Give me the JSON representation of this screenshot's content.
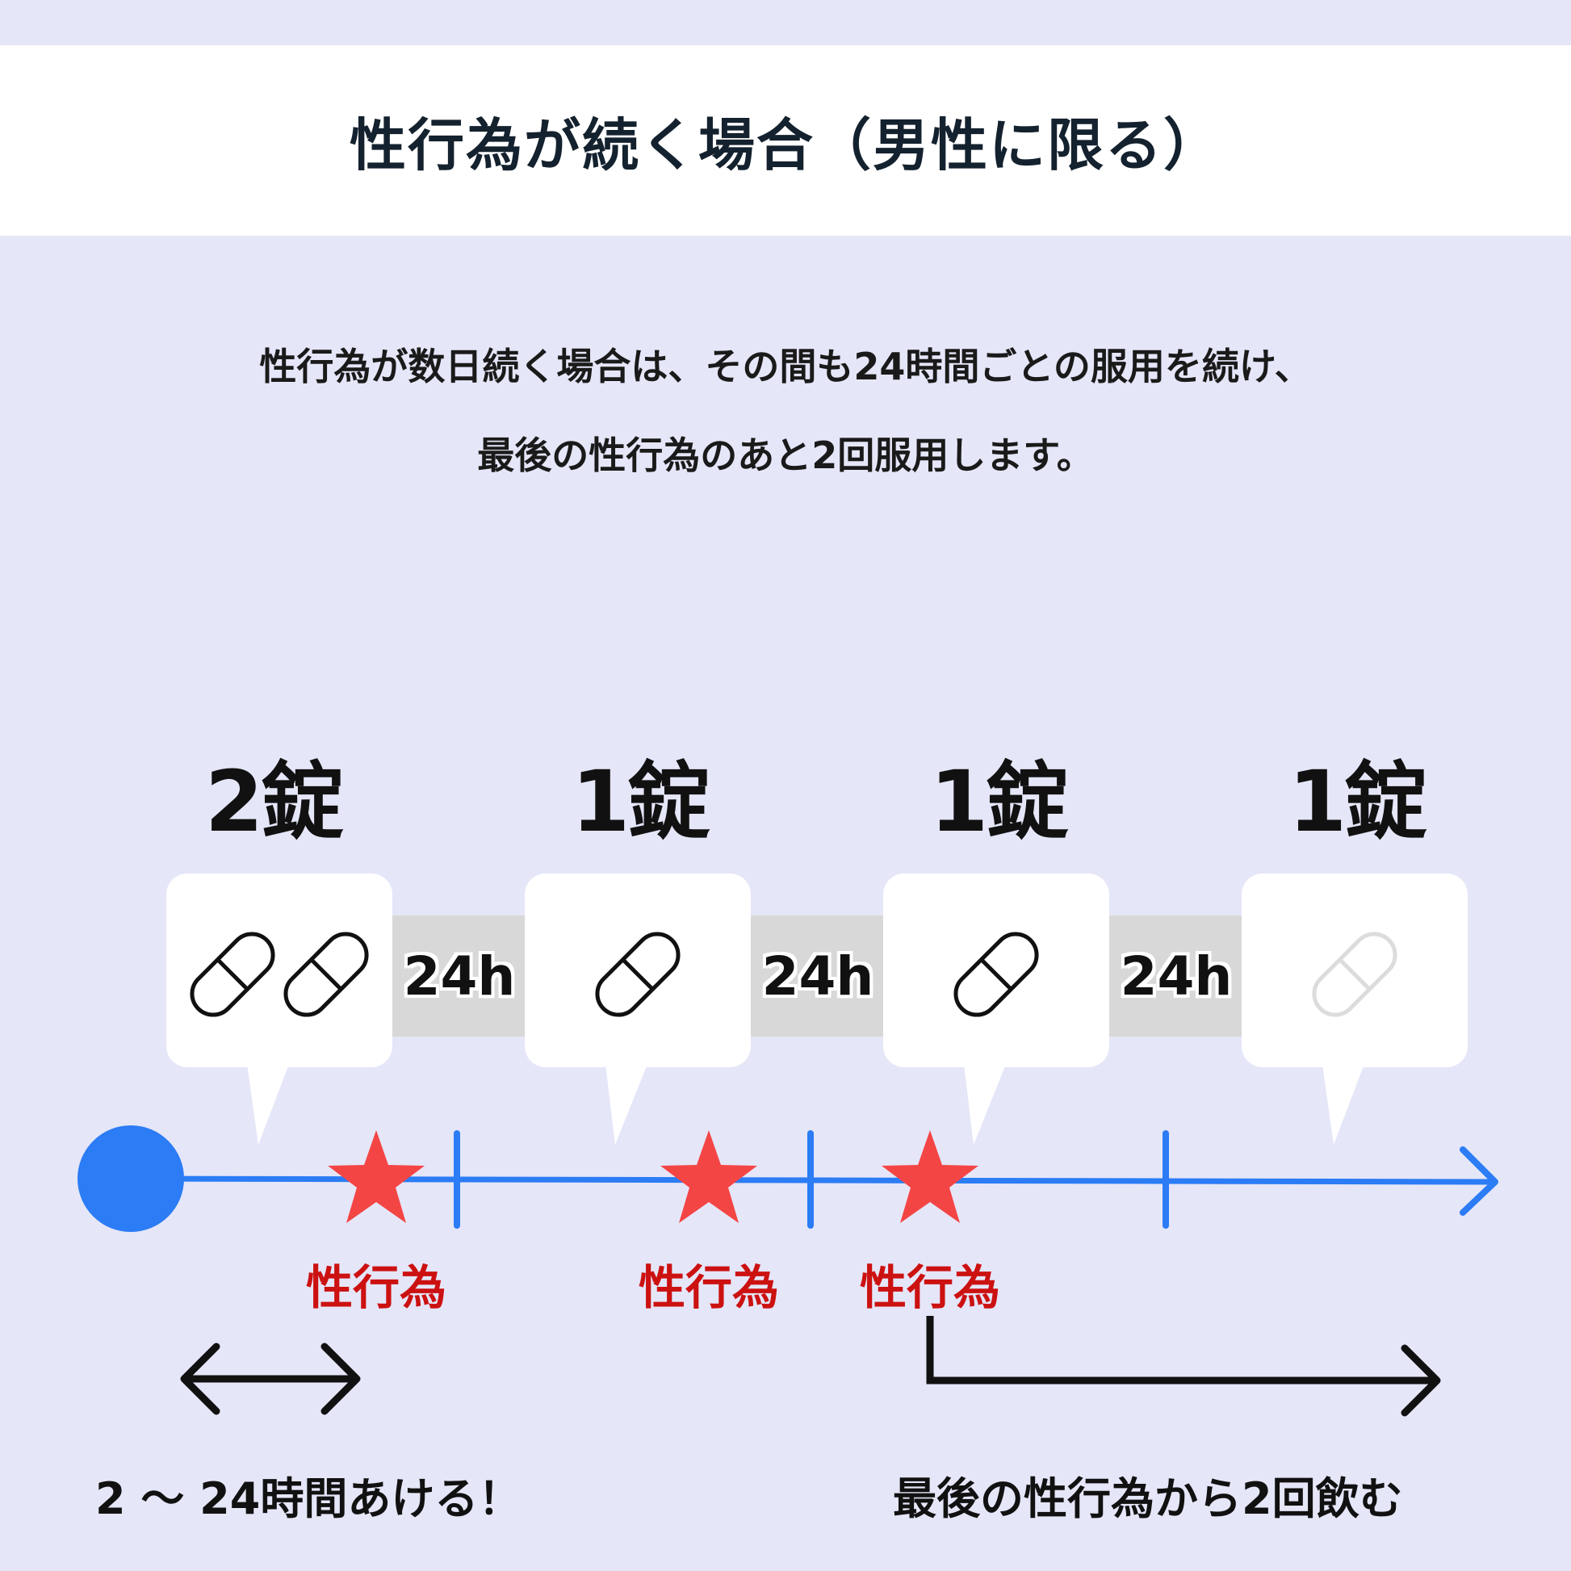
{
  "title": "性行為が続く場合（男性に限る）",
  "description": {
    "line1": "性行為が数日続く場合は、その間も24時間ごとの服用を続け、",
    "line2": "最後の性行為のあと2回服用します。"
  },
  "doses": [
    {
      "label": "2錠",
      "pills": 2,
      "faded": false
    },
    {
      "label": "1錠",
      "pills": 1,
      "faded": false
    },
    {
      "label": "1錠",
      "pills": 1,
      "faded": false
    },
    {
      "label": "1錠",
      "pills": 1,
      "faded": true
    }
  ],
  "intervals": [
    "24h",
    "24h",
    "24h"
  ],
  "events": [
    "性行為",
    "性行為",
    "性行為"
  ],
  "notes": {
    "left": "2 ～ 24時間あける！",
    "right": "最後の性行為から2回飲む"
  },
  "colors": {
    "timeline": "#2b7cf5",
    "star": "#f44545",
    "event_text": "#cc1111",
    "interval_bg": "#d8d8d8",
    "background": "#e5e6f8"
  },
  "icons": {
    "start": "start-dot-icon",
    "pill": "capsule-icon",
    "event": "star-icon",
    "arrow": "arrow-right-icon"
  }
}
